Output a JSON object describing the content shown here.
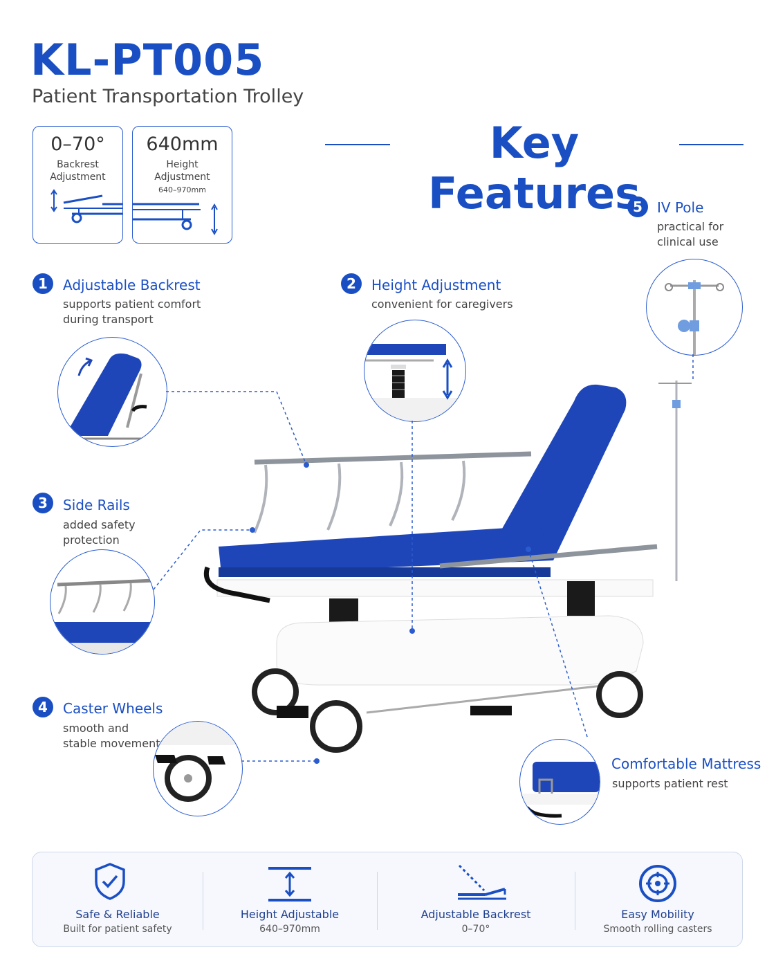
{
  "header": {
    "model": "KL-PT005",
    "subtitle": "Patient Transportation Trolley"
  },
  "specs": [
    {
      "value": "0–70°",
      "label_line1": "Backrest",
      "label_line2": "Adjustment",
      "note": ""
    },
    {
      "value": "640mm",
      "label_line1": "Height",
      "label_line2": "Adjustment",
      "note": "640–970mm"
    }
  ],
  "key_features_title": "Key Features",
  "features": [
    {
      "number": "1",
      "title": "Adjustable Backrest",
      "desc_line1": "supports patient comfort",
      "desc_line2": "during transport"
    },
    {
      "number": "2",
      "title": "Height Adjustment",
      "desc_line1": "convenient for caregivers",
      "desc_line2": ""
    },
    {
      "number": "3",
      "title": "Side Rails",
      "desc_line1": "added safety",
      "desc_line2": "protection"
    },
    {
      "number": "4",
      "title": "Caster Wheels",
      "desc_line1": "smooth and",
      "desc_line2": "stable movement"
    },
    {
      "number": "5",
      "title": "IV Pole",
      "desc_line1": "practical for",
      "desc_line2": "clinical use"
    }
  ],
  "mattress": {
    "title": "Comfortable Mattress",
    "desc": "supports patient rest"
  },
  "bottom": [
    {
      "icon": "shield-check-icon",
      "title": "Safe & Reliable",
      "sub": "Built for patient safety"
    },
    {
      "icon": "height-arrows-icon",
      "title": "Height Adjustable",
      "sub": "640–970mm"
    },
    {
      "icon": "backrest-angle-icon",
      "title": "Adjustable Backrest",
      "sub": "0–70°"
    },
    {
      "icon": "caster-wheel-icon",
      "title": "Easy Mobility",
      "sub": "Smooth rolling casters"
    }
  ],
  "colors": {
    "accent": "#1a4fc4",
    "mattress": "#1f46b8",
    "frame": "#ffffff",
    "rail": "#9aa0a8"
  }
}
